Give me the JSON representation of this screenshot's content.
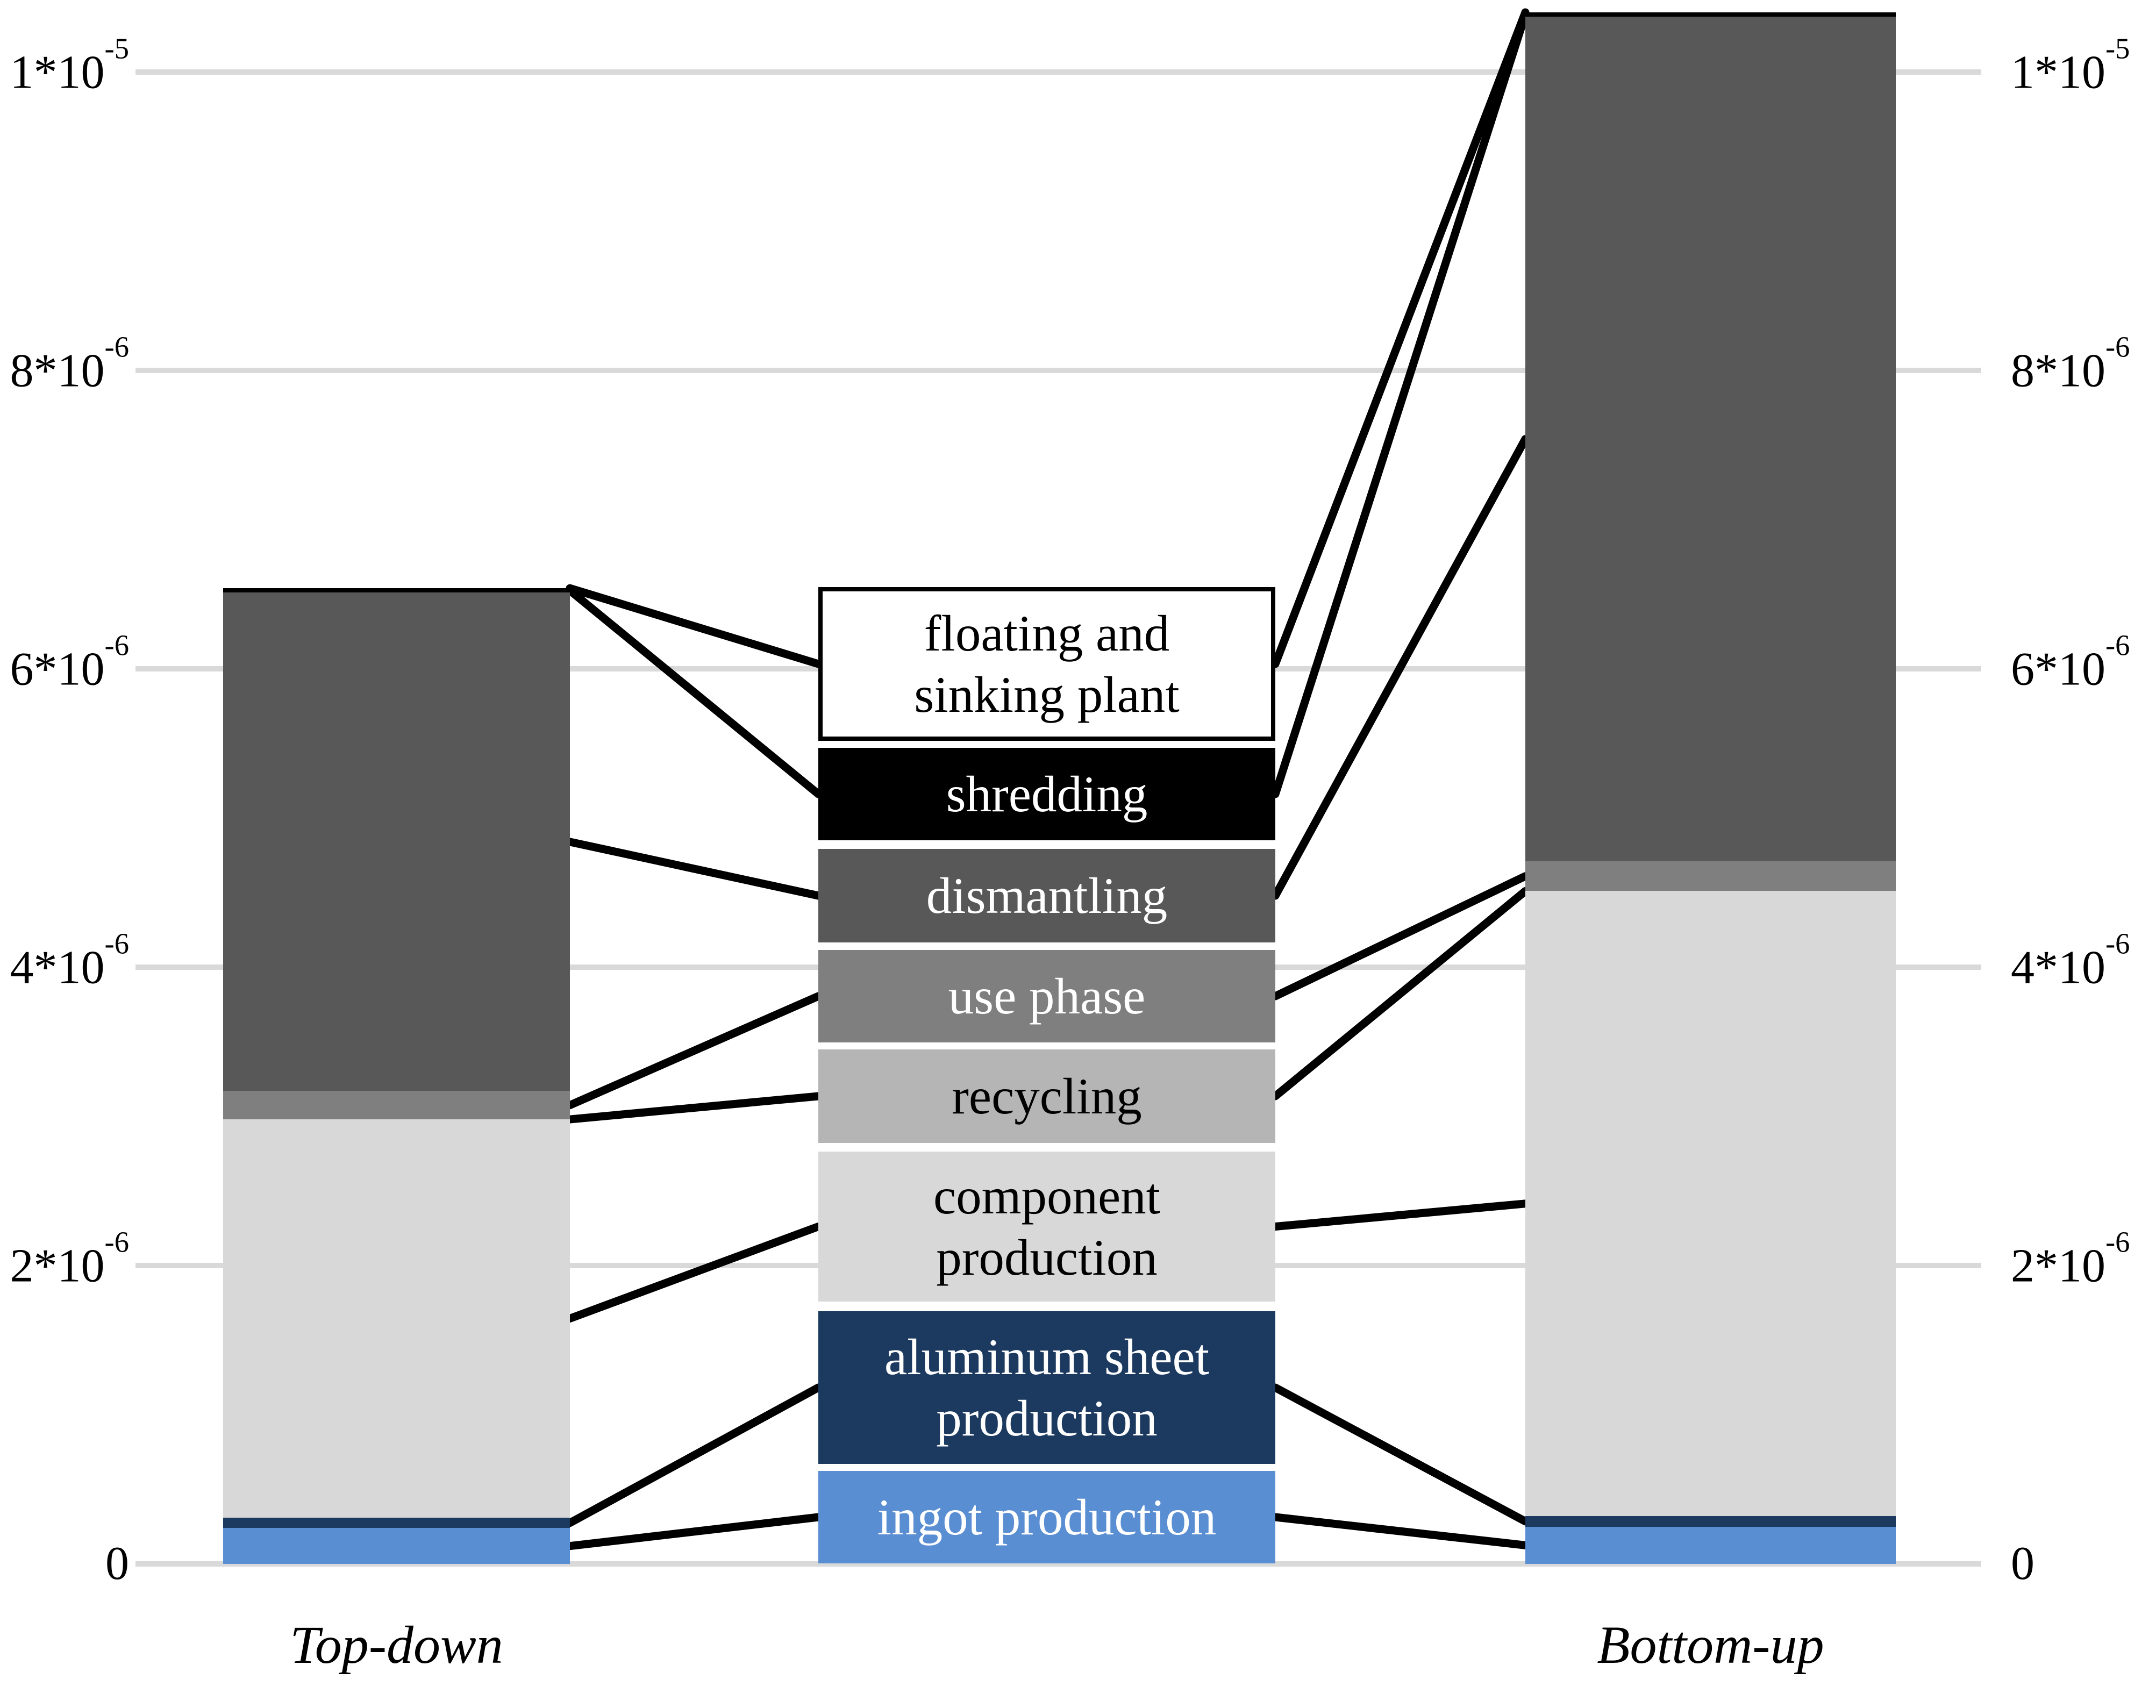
{
  "chart_data": {
    "type": "bar",
    "subtype": "stacked-bars-with-center-legend-connectors",
    "title": "",
    "xlabel": "",
    "ylabel": "",
    "categories": [
      "Top-down",
      "Bottom-up"
    ],
    "series": [
      {
        "name": "ingot production",
        "label": "ingot production",
        "color": "#5a8ed2",
        "text_color": "#ffffff",
        "values": [
          2.4e-07,
          2.5e-07
        ]
      },
      {
        "name": "aluminum sheet production",
        "label": "aluminum sheet\nproduction",
        "color": "#1c3a5f",
        "text_color": "#ffffff",
        "values": [
          7e-08,
          7e-08
        ]
      },
      {
        "name": "component production",
        "label": "component\nproduction",
        "color": "#d8d8d8",
        "text_color": "#000000",
        "values": [
          2.67e-06,
          4.19e-06
        ]
      },
      {
        "name": "recycling",
        "label": "recycling",
        "color": "#b5b5b5",
        "text_color": "#000000",
        "values": [
          0,
          0
        ]
      },
      {
        "name": "use phase",
        "label": "use phase",
        "color": "#7f7f7f",
        "text_color": "#ffffff",
        "values": [
          1.9e-07,
          2e-07
        ]
      },
      {
        "name": "dismantling",
        "label": "dismantling",
        "color": "#585858",
        "text_color": "#ffffff",
        "values": [
          3.34e-06,
          5.66e-06
        ]
      },
      {
        "name": "shredding",
        "label": "shredding",
        "color": "#000000",
        "text_color": "#ffffff",
        "values": [
          3e-08,
          3e-08
        ]
      },
      {
        "name": "floating and sinking plant",
        "label": "floating and\nsinking plant",
        "color": "#ffffff",
        "text_color": "#000000",
        "values": [
          0,
          0
        ],
        "border": true
      }
    ],
    "totals": [
      6.54e-06,
      1.04e-05
    ],
    "ylim": [
      0,
      1e-05
    ],
    "yticks": [
      {
        "value": 0,
        "label": "0"
      },
      {
        "value": 2e-06,
        "label": "2*10^-6"
      },
      {
        "value": 4e-06,
        "label": "4*10^-6"
      },
      {
        "value": 6e-06,
        "label": "6*10^-6"
      },
      {
        "value": 8e-06,
        "label": "8*10^-6"
      },
      {
        "value": 1e-05,
        "label": "1*10^-5"
      }
    ],
    "grid": true,
    "axis_sides": [
      "left",
      "right"
    ],
    "legend_position": "center-between-bars",
    "connector_color": "#000000",
    "gridline_color": "#d9d9d9"
  }
}
